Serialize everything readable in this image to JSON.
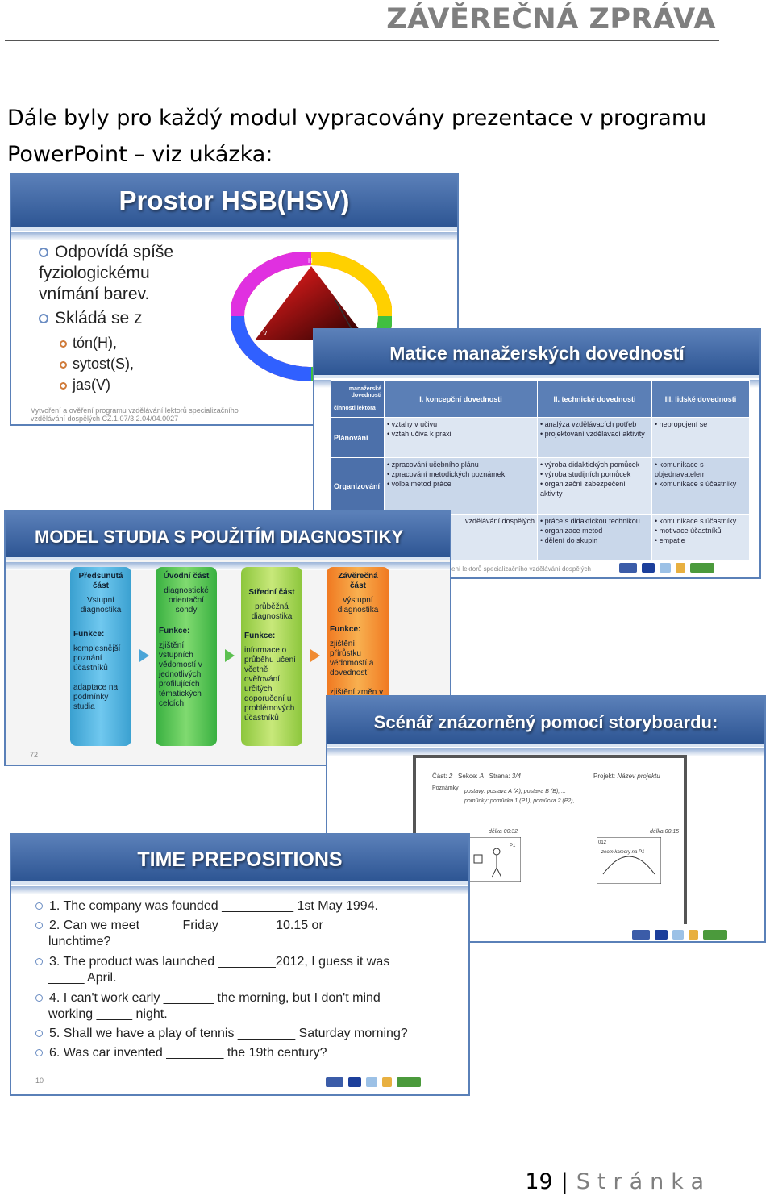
{
  "header": {
    "title": "ZÁVĚREČNÁ ZPRÁVA"
  },
  "intro": {
    "text": "Dále byly pro každý modul vypracovány prezentace v programu PowerPoint – viz ukázka:"
  },
  "slide_hsb": {
    "title": "Prostor HSB(HSV)",
    "bullets": [
      "Odpovídá spíše fyziologickému vnímání barev.",
      "Skládá se z"
    ],
    "subbullets": [
      "tón(H),",
      "sytost(S),",
      "jas(V)"
    ],
    "footer": "Vytvoření a ověření programu vzdělávání lektorů specializačního vzdělávání dospělých CZ.1.07/3.2.04/04.0027",
    "wheel_h": "H",
    "wheel_v": "V"
  },
  "slide_matrix": {
    "title": "Matice manažerských dovedností",
    "corner_top": "manažerské dovednosti",
    "corner_bottom": "činnosti lektora",
    "columns": [
      "I. koncepční dovednosti",
      "II. technické dovednosti",
      "III. lidské dovednosti"
    ],
    "rows": [
      {
        "label": "Plánování",
        "cells": [
          "• vztahy v učivu\n• vztah učiva k praxi",
          "• analýza vzdělávacích potřeb\n• projektování vzdělávací aktivity",
          "• nepropojení se"
        ]
      },
      {
        "label": "Organizování",
        "cells": [
          "• zpracování učebního plánu\n• zpracování metodických poznámek\n• volba metod práce",
          "• výroba didaktických pomůcek\n• výroba studijních pomůcek\n• organizační zabezpečení aktivity",
          "• komunikace s objednavatelem\n• komunikace s účastníky"
        ]
      },
      {
        "label": "",
        "cells": [
          "vzdělávání dospělých",
          "• práce s didaktickou technikou\n• organizace metod\n• dělení do skupin",
          "• komunikace s účastníky\n• motivace účastníků\n• empatie"
        ]
      }
    ],
    "footer": "ení lektorů specializačního vzdělávání dospělých"
  },
  "slide_model": {
    "title": "MODEL STUDIA S POUŽITÍM DIAGNOSTIKY",
    "page": "72",
    "columns": [
      {
        "head": "Předsunutá část",
        "sub": "Vstupní diagnostika",
        "func_label": "Funkce:",
        "func": "komplesnější poznání účastníků\n\nadaptace na podmínky studia"
      },
      {
        "head": "Úvodní část",
        "sub": "diagnostické orientační sondy",
        "func_label": "Funkce:",
        "func": "zjištění vstupních vědomostí v jednotlivých profilujících tématických celcích"
      },
      {
        "head": "Střední část",
        "sub": "průběžná diagnostika",
        "func_label": "Funkce:",
        "func": "informace o průběhu učení včetně ověřování určitých doporučení u problémových účastníků"
      },
      {
        "head": "Závěrečná část",
        "sub": "výstupní diagnostika",
        "func_label": "Funkce:",
        "func": "zjištění přírůstku vědomostí a dovedností\n\nzjištění změn v motivaci ke"
      }
    ]
  },
  "slide_story": {
    "title": "Scénář znázorněný pomocí storyboardu:",
    "cast": "Část:",
    "cast_v": "2",
    "sekce": "Sekce:",
    "sekce_v": "A",
    "strana": "Strana:",
    "strana_v": "3/4",
    "projekt": "Projekt:",
    "projekt_v": "Název projektu",
    "poznamky": "Poznámky",
    "postavy": "postavy:",
    "postavy_v": "postava A (A), postava B (B), ...",
    "pomucky": "pomůcky:",
    "pomucky_v": "pomůcka 1 (P1), pomůcka 2 (P2), ...",
    "frame1": "délka 00:32",
    "frame2": "délka 00:15",
    "frame2_num": "012",
    "frame2_note": "zoom kamery na P1",
    "p1": "P1"
  },
  "slide_time": {
    "title": "TIME PREPOSITIONS",
    "lines": [
      "1.  The company was founded __________ 1st May 1994.",
      "2.  Can we meet _____ Friday _______ 10.15 or ______",
      "lunchtime?",
      "3.  The product was launched ________2012, I guess it was",
      "_____ April.",
      "4.  I can't work early _______ the morning, but I don't mind",
      "working _____ night.",
      "5.  Shall we have a play of tennis ________ Saturday morning?",
      "6.  Was car invented ________ the 19th century?"
    ],
    "page": "10"
  },
  "footer": {
    "number": "19",
    "sep": "|",
    "word": "Stránka"
  }
}
